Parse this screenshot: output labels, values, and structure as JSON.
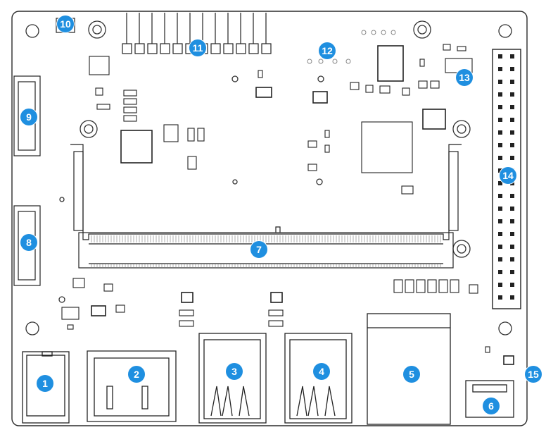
{
  "diagram": {
    "callouts": [
      {
        "id": "1",
        "label": "1"
      },
      {
        "id": "2",
        "label": "2"
      },
      {
        "id": "3",
        "label": "3"
      },
      {
        "id": "4",
        "label": "4"
      },
      {
        "id": "5",
        "label": "5"
      },
      {
        "id": "6",
        "label": "6"
      },
      {
        "id": "7",
        "label": "7"
      },
      {
        "id": "8",
        "label": "8"
      },
      {
        "id": "9",
        "label": "9"
      },
      {
        "id": "10",
        "label": "10"
      },
      {
        "id": "11",
        "label": "11"
      },
      {
        "id": "12",
        "label": "12"
      },
      {
        "id": "13",
        "label": "13"
      },
      {
        "id": "14",
        "label": "14"
      },
      {
        "id": "15",
        "label": "15"
      }
    ],
    "colors": {
      "callout": "#1f8fe0",
      "outline": "#2b2b2b",
      "board": "#ffffff",
      "silkscreen": "#bdbdbd"
    }
  }
}
